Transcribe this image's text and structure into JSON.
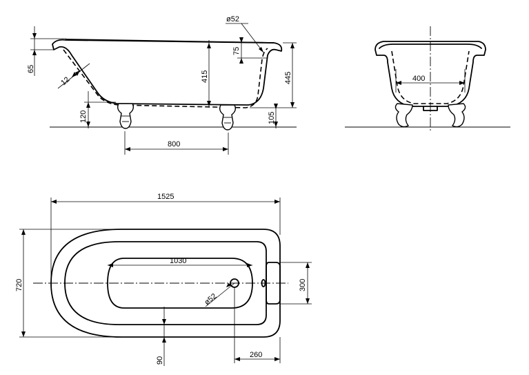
{
  "dimensions": {
    "side_view": {
      "rim_dia": "ø52",
      "rim_drop": "75",
      "rim_height": "65",
      "wall": "12",
      "inner_depth": "415",
      "overall_height": "445",
      "base_height": "120",
      "leg_height": "105",
      "leg_spacing": "800"
    },
    "end_view": {
      "basin_width": "400"
    },
    "plan_view": {
      "overall_length": "1525",
      "overall_width": "720",
      "basin_length": "1030",
      "drain_dia": "ø52",
      "headrest_width": "300",
      "rim_offset": "90",
      "drain_offset": "260"
    }
  }
}
